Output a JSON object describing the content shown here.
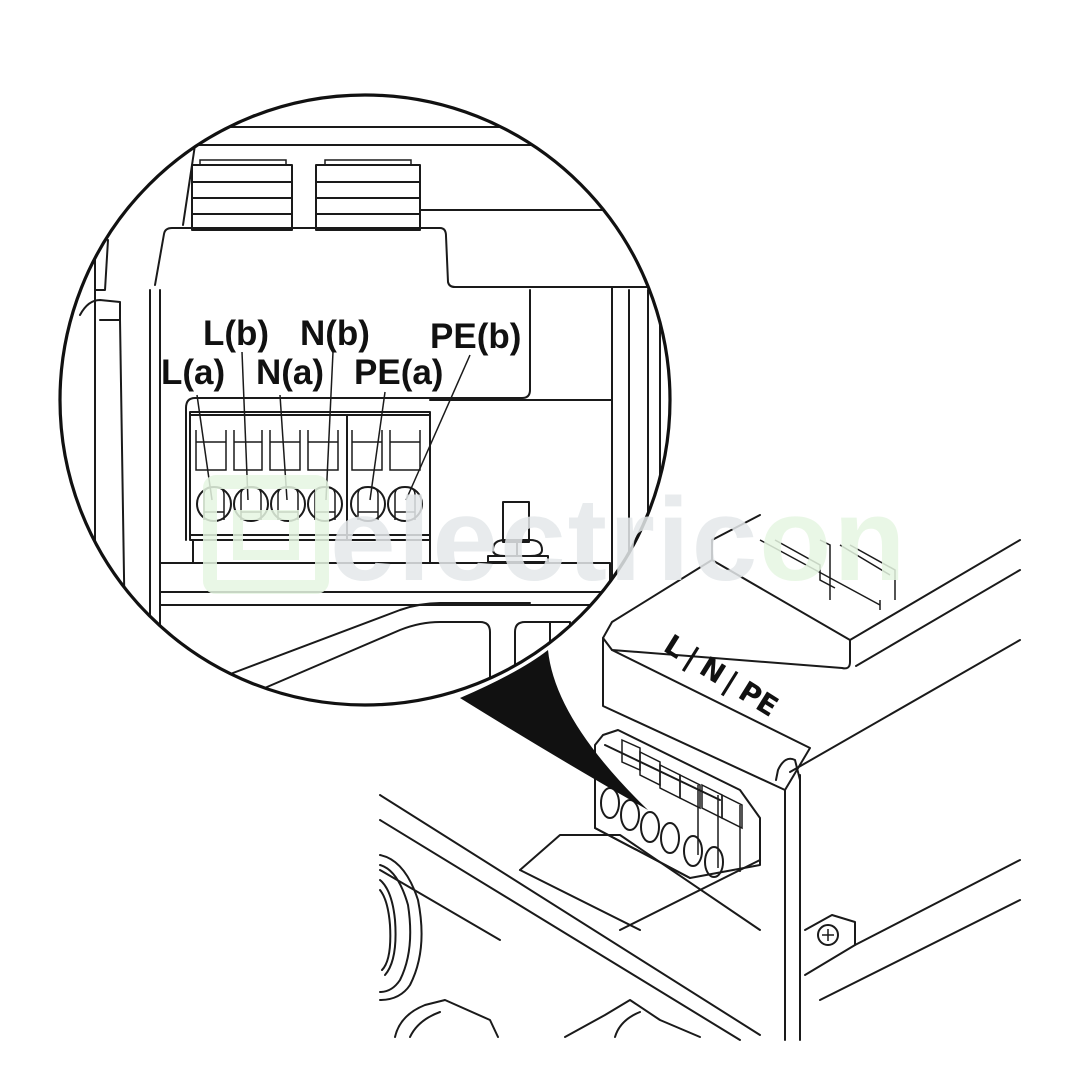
{
  "diagram": {
    "type": "technical line drawing",
    "subject": "Power terminal block wiring (detail magnification)",
    "colors": {
      "line": "#1a1a1a",
      "background": "#ffffff",
      "callout_pointer": "#111111",
      "watermark_gray": "#e4e8ea",
      "watermark_green": "#e6f6e2"
    },
    "magnified_view": {
      "terminal_labels": {
        "la": "L(a)",
        "lb": "L(b)",
        "na": "N(a)",
        "nb": "N(b)",
        "pea": "PE(a)",
        "peb": "PE(b)"
      },
      "terminal_count": 6
    },
    "device_view": {
      "plate_label": {
        "L": "L",
        "sep1": "|",
        "N": "N",
        "sep2": "|",
        "PE": "PE"
      },
      "terminal_count": 6
    },
    "watermark": {
      "text_gray": "electric",
      "text_green": "on"
    }
  }
}
